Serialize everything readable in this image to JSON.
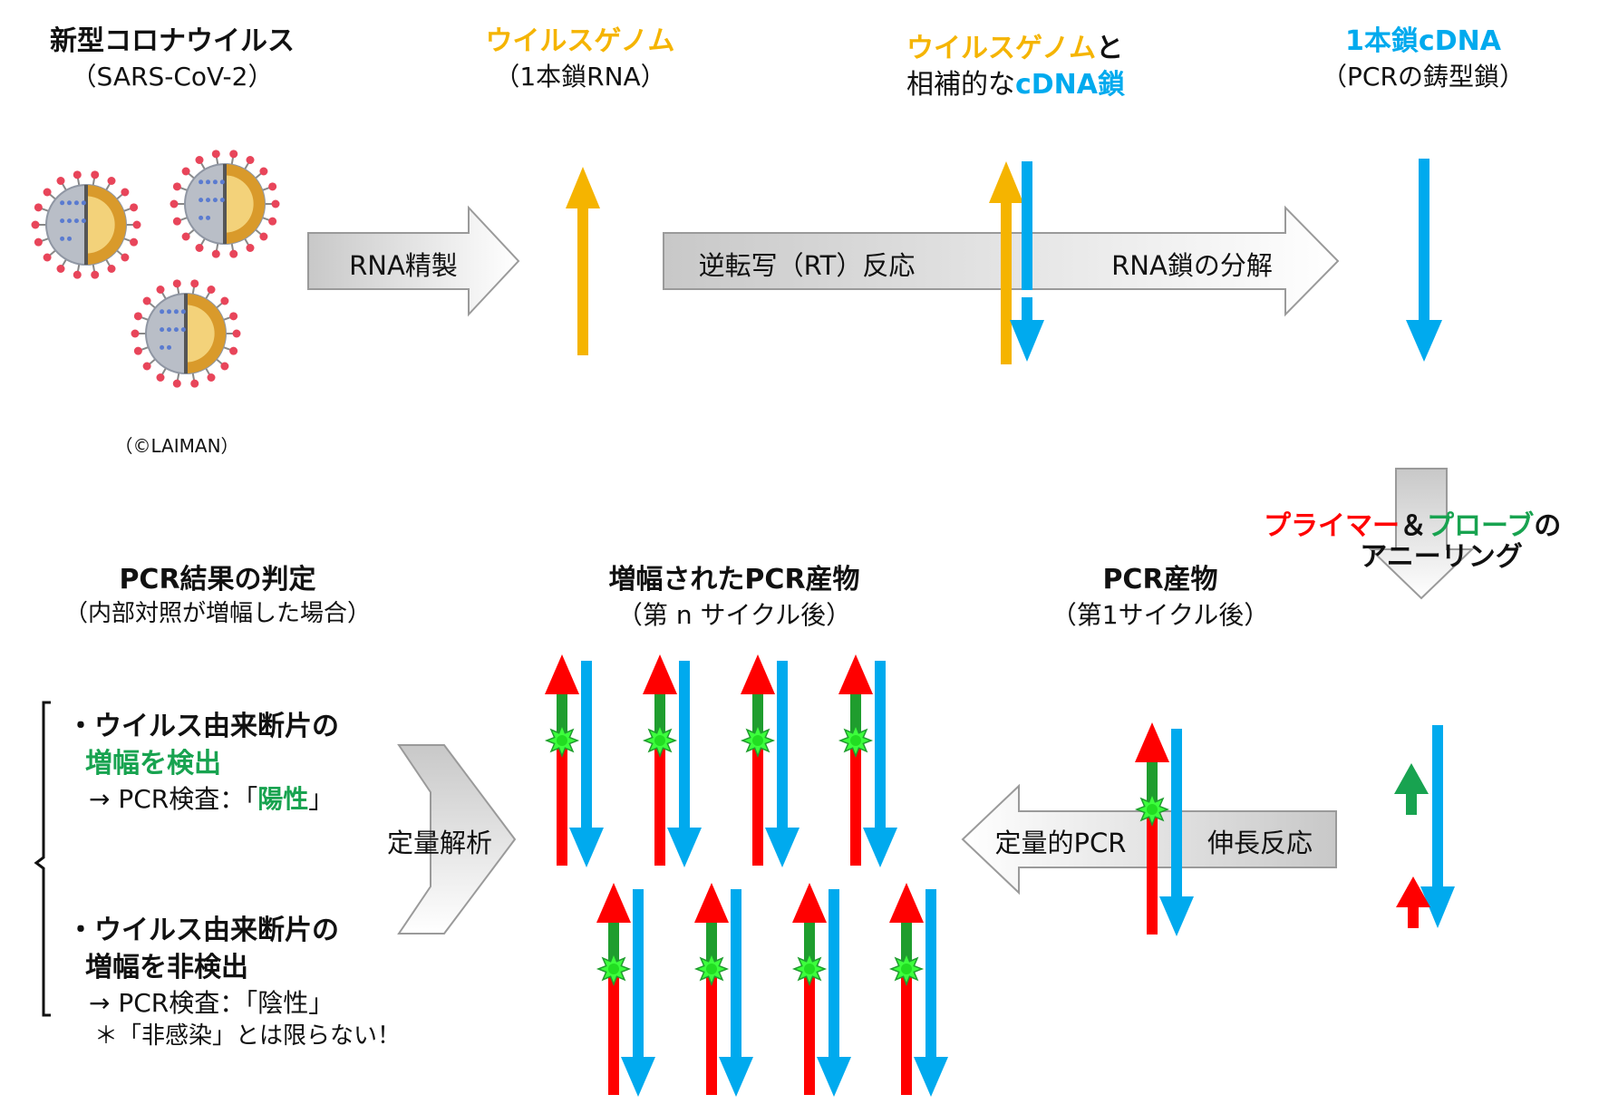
{
  "colors": {
    "orange": "#f5b400",
    "blue": "#00aaee",
    "red": "#ff0000",
    "green": "#18a350",
    "probe_green": "#1f9d2e",
    "probe_glow": "#2aff2a",
    "arrow_fill": "#e6e6e6",
    "arrow_stroke": "#9a9a9a"
  },
  "icons": {
    "virus": "coronavirus-particle"
  },
  "top": {
    "virus": {
      "title": "新型コロナウイルス",
      "subtitle": "（SARS-CoV-2）",
      "credit": "（©LAIMAN）"
    },
    "rna": {
      "title": "ウイルスゲノム",
      "subtitle": "（1本鎖RNA）"
    },
    "hybrid": {
      "title_part1": "ウイルスゲノム",
      "title_part2": "と",
      "line2_part1": "相補的な",
      "line2_part2": "cDNA鎖"
    },
    "cdna": {
      "title": "1本鎖cDNA",
      "subtitle": "（PCRの鋳型鎖）"
    }
  },
  "process": {
    "purify": "RNA精製",
    "rt": "逆転写（RT）反応",
    "degrade": "RNA鎖の分解",
    "anneal_primer": "プライマー",
    "anneal_amp": "＆",
    "anneal_probe": "プローブ",
    "anneal_no": "の",
    "anneal_line2": "アニーリング",
    "extension": "伸長反応",
    "qpcr": "定量的PCR",
    "analysis": "定量解析"
  },
  "bottom": {
    "first_cycle": {
      "title": "PCR産物",
      "subtitle": "（第1サイクル後）"
    },
    "nth_cycle": {
      "title": "増幅されたPCR産物",
      "subtitle": "（第 n サイクル後）"
    },
    "judgement": {
      "title": "PCR結果の判定",
      "subtitle": "（内部対照が増幅した場合）"
    },
    "positive": {
      "line1": "・ウイルス由来断片の",
      "line2": "増幅を検出",
      "line3_prefix": "→ PCR検査：「",
      "line3_result": "陽性",
      "line3_suffix": "」"
    },
    "negative": {
      "line1": "・ウイルス由来断片の",
      "line2_prefix": "増幅を",
      "line2_bold": "非検出",
      "line3": "→ PCR検査：「陰性」",
      "note": "＊「非感染」とは限らない！"
    }
  }
}
